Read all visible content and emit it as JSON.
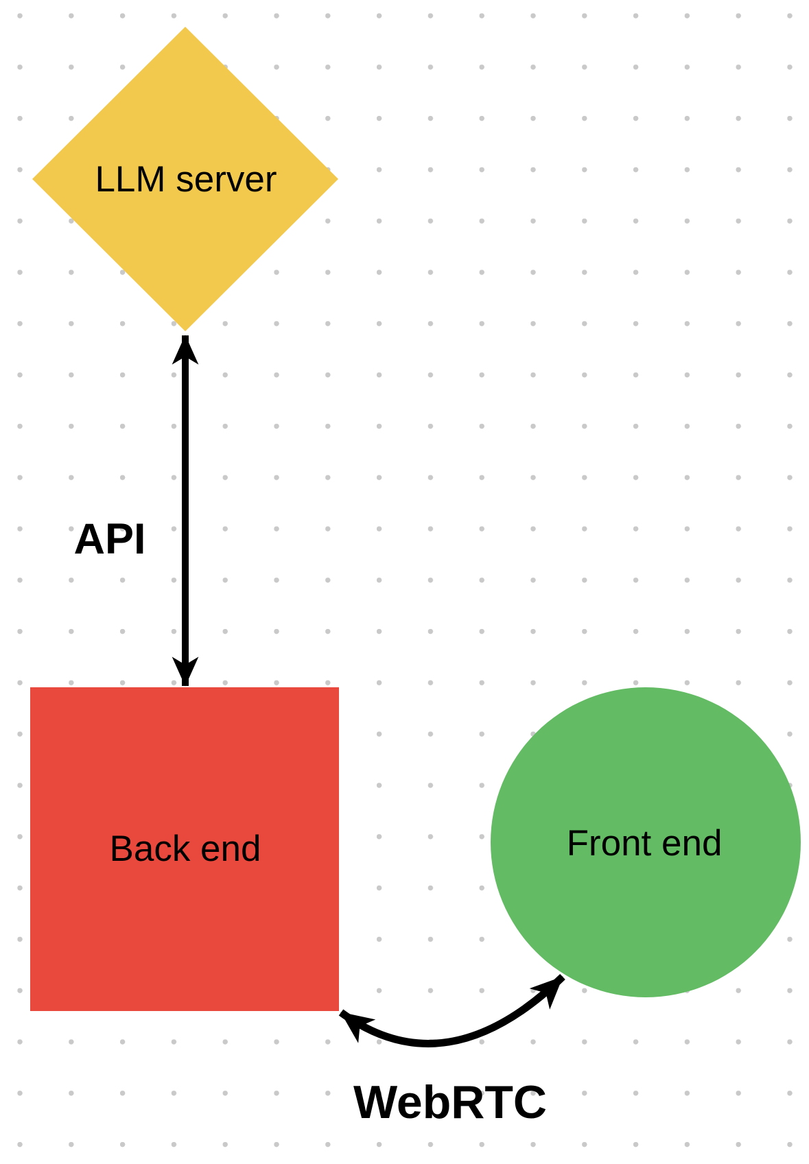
{
  "app": {
    "type": "whiteboard-diagram-canvas"
  },
  "colors": {
    "background": "#ffffff",
    "grid_dot": "#c9c9c9",
    "arrow_black": "#000000",
    "label_text": "#000000"
  },
  "nodes": [
    {
      "id": "llm-server",
      "shape": "diamond",
      "label": "LLM server",
      "color": "#f2c94d"
    },
    {
      "id": "back-end",
      "shape": "square",
      "label": "Back end",
      "color": "#e8493c"
    },
    {
      "id": "front-end",
      "shape": "circle",
      "label": "Front end",
      "color": "#63bb64"
    }
  ],
  "edges": [
    {
      "id": "api",
      "label": "API",
      "type": "double-headed-straight-arrow",
      "from": "llm-server",
      "to": "back-end"
    },
    {
      "id": "webrtc",
      "label": "WebRTC",
      "type": "double-headed-curved-arrow",
      "from": "back-end",
      "to": "front-end"
    }
  ]
}
